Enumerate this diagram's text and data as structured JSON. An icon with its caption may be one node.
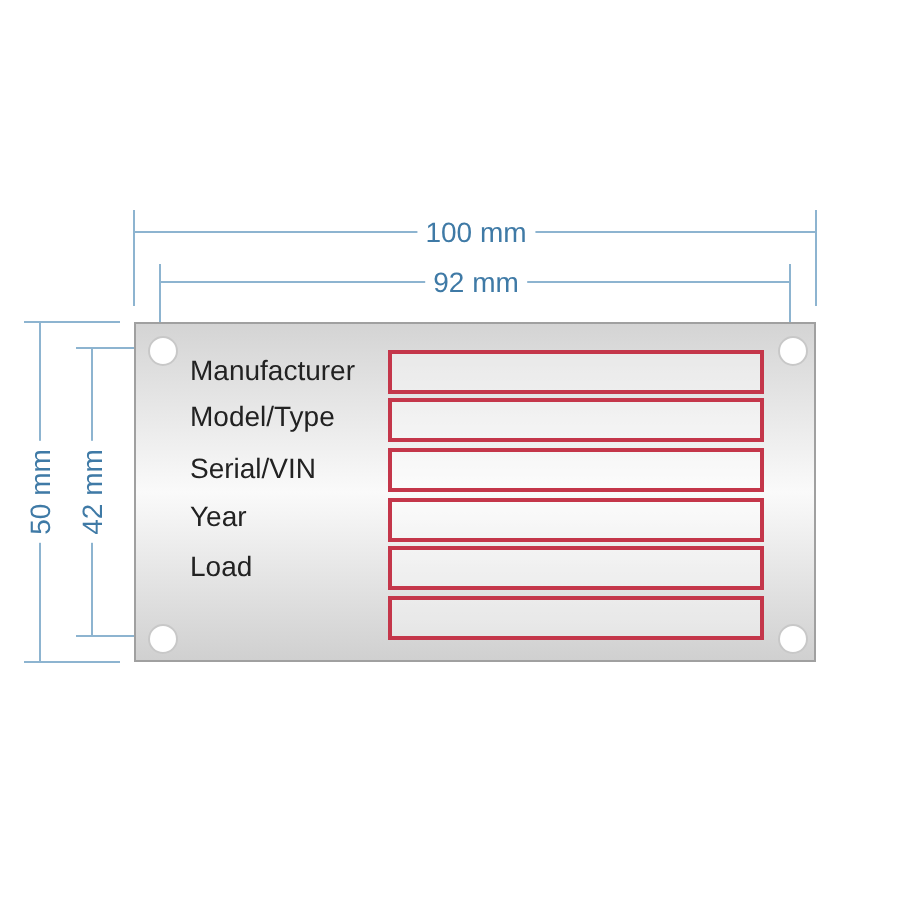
{
  "diagram": {
    "nodes": [
      {
        "text": [
          "Manufacturer",
          "Model/Type",
          "Serial/VIN",
          "Year",
          "Load"
        ]
      },
      {
        "text": [],
        "shape": "box",
        "in": 0
      },
      {
        "text": [],
        "shape": "box",
        "in": 0
      },
      {
        "text": [],
        "shape": "box",
        "in": 0
      },
      {
        "text": [],
        "shape": "box",
        "in": 0
      },
      {
        "text": [],
        "shape": "box",
        "in": 0
      },
      {
        "text": [],
        "shape": "box",
        "in": 0
      }
    ],
    "labels": [
      "100 mm",
      "92 mm",
      "50 mm",
      "42 mm"
    ]
  }
}
